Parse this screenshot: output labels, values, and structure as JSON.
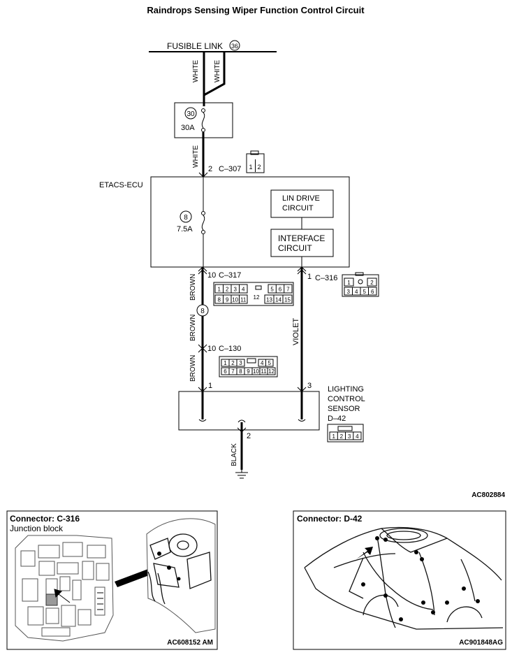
{
  "title": "Raindrops Sensing Wiper Function Control Circuit",
  "fusible_link": {
    "label": "FUSIBLE LINK",
    "number": "36"
  },
  "wires": {
    "white_left": "WHITE",
    "white_right": "WHITE",
    "white_lower": "WHITE",
    "brown_1": "BROWN",
    "brown_2": "BROWN",
    "brown_3": "BROWN",
    "violet": "VIOLET",
    "black": "BLACK"
  },
  "fuse_main": {
    "number": "30",
    "rating": "30A"
  },
  "fuse_ecu": {
    "number": "8",
    "rating": "7.5A"
  },
  "junction_number": "8",
  "ecu": {
    "label": "ETACS-ECU",
    "lin_drive": [
      "LIN DRIVE",
      "CIRCUIT"
    ],
    "interface": [
      "INTERFACE",
      "CIRCUIT"
    ]
  },
  "connectors": {
    "c307": {
      "name": "C–307",
      "pin": "2",
      "cells": [
        "1",
        "2"
      ]
    },
    "c317": {
      "name": "C–317",
      "pin": "10",
      "top": [
        "1",
        "2",
        "3",
        "4",
        "5",
        "6",
        "7"
      ],
      "bottom": [
        "8",
        "9",
        "10",
        "11",
        "12",
        "13",
        "14",
        "15"
      ]
    },
    "c316": {
      "name": "C–316",
      "pin": "1",
      "top": [
        "1",
        "2"
      ],
      "bottom": [
        "3",
        "4",
        "5",
        "6"
      ]
    },
    "c130": {
      "name": "C–130",
      "pin": "10",
      "top": [
        "1",
        "2",
        "3",
        "4",
        "5"
      ],
      "bottom": [
        "6",
        "7",
        "8",
        "9",
        "10",
        "11",
        "12"
      ]
    },
    "d42": {
      "name": "D–42",
      "cells": [
        "1",
        "2",
        "3",
        "4"
      ]
    }
  },
  "sensor": {
    "label": [
      "LIGHTING",
      "CONTROL",
      "SENSOR"
    ],
    "pin_left": "1",
    "pin_right": "3",
    "pin_ground": "2"
  },
  "diagram_code": "AC802884",
  "panel_left": {
    "title": "Connector: C-316",
    "subtitle": "Junction block",
    "code": "AC608152 AM"
  },
  "panel_right": {
    "title": "Connector: D-42",
    "code": "AC901848AG"
  }
}
